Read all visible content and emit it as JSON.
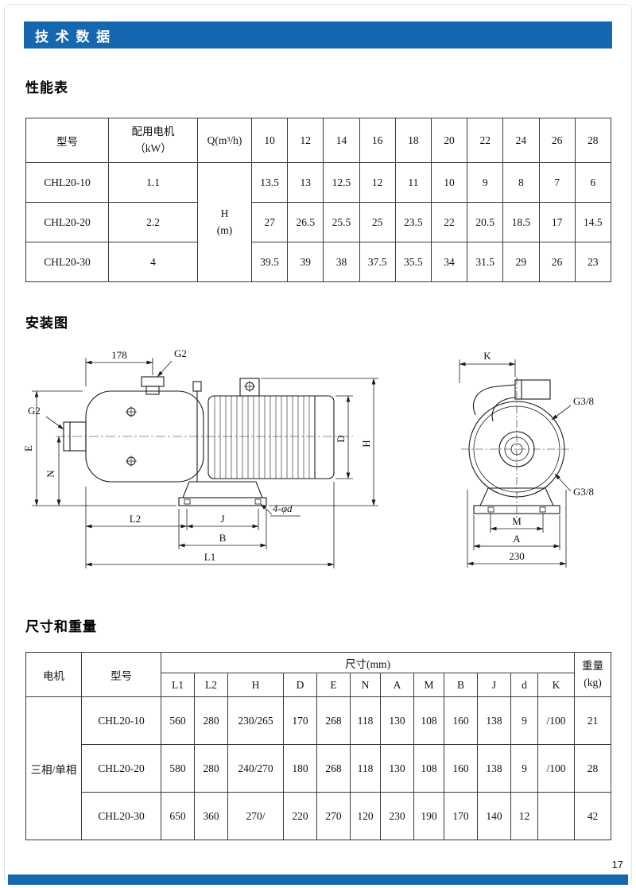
{
  "page": {
    "header_title": "技 术 数 据",
    "page_number": "17",
    "accent_color": "#1568af"
  },
  "sections": {
    "performance_title": "性能表",
    "installation_title": "安装图",
    "dimensions_title": "尺寸和重量"
  },
  "performance_table": {
    "col_model": "型号",
    "col_motor": "配用电机\n（kW）",
    "col_q": "Q(m³/h)",
    "h_label": "H\n(m)",
    "q_values": [
      "10",
      "12",
      "14",
      "16",
      "18",
      "20",
      "22",
      "24",
      "26",
      "28"
    ],
    "rows": [
      {
        "model": "CHL20-10",
        "motor": "1.1",
        "values": [
          "13.5",
          "13",
          "12.5",
          "12",
          "11",
          "10",
          "9",
          "8",
          "7",
          "6"
        ]
      },
      {
        "model": "CHL20-20",
        "motor": "2.2",
        "values": [
          "27",
          "26.5",
          "25.5",
          "25",
          "23.5",
          "22",
          "20.5",
          "18.5",
          "17",
          "14.5"
        ]
      },
      {
        "model": "CHL20-30",
        "motor": "4",
        "values": [
          "39.5",
          "39",
          "38",
          "37.5",
          "35.5",
          "34",
          "31.5",
          "29",
          "26",
          "23"
        ]
      }
    ]
  },
  "drawing": {
    "side": {
      "dim_178": "178",
      "g2_top": "G2",
      "g2_left": "G2",
      "dim_e": "E",
      "dim_n": "N",
      "dim_d": "D",
      "dim_h": "H",
      "dim_l2": "L2",
      "dim_j": "J",
      "dim_b": "B",
      "dim_l1": "L1",
      "holes_label": "4-φd"
    },
    "front": {
      "dim_k": "K",
      "g38_top": "G3/8",
      "g38_bottom": "G3/8",
      "dim_m": "M",
      "dim_a": "A",
      "dim_230": "230"
    }
  },
  "dimensions_table": {
    "col_motor": "电机",
    "col_model": "型号",
    "col_dims": "尺寸(mm)",
    "col_weight": "重量\n(kg)",
    "dim_headers": [
      "L1",
      "L2",
      "H",
      "D",
      "E",
      "N",
      "A",
      "M",
      "B",
      "J",
      "d",
      "K"
    ],
    "motor_value": "三相/单相",
    "rows": [
      {
        "model": "CHL20-10",
        "values": [
          "560",
          "280",
          "230/265",
          "170",
          "268",
          "118",
          "130",
          "108",
          "160",
          "138",
          "9",
          "/100"
        ],
        "weight": "21"
      },
      {
        "model": "CHL20-20",
        "values": [
          "580",
          "280",
          "240/270",
          "180",
          "268",
          "118",
          "130",
          "108",
          "160",
          "138",
          "9",
          "/100"
        ],
        "weight": "28"
      },
      {
        "model": "CHL20-30",
        "values": [
          "650",
          "360",
          "270/",
          "220",
          "270",
          "120",
          "230",
          "190",
          "170",
          "140",
          "12",
          ""
        ],
        "weight": "42"
      }
    ]
  }
}
